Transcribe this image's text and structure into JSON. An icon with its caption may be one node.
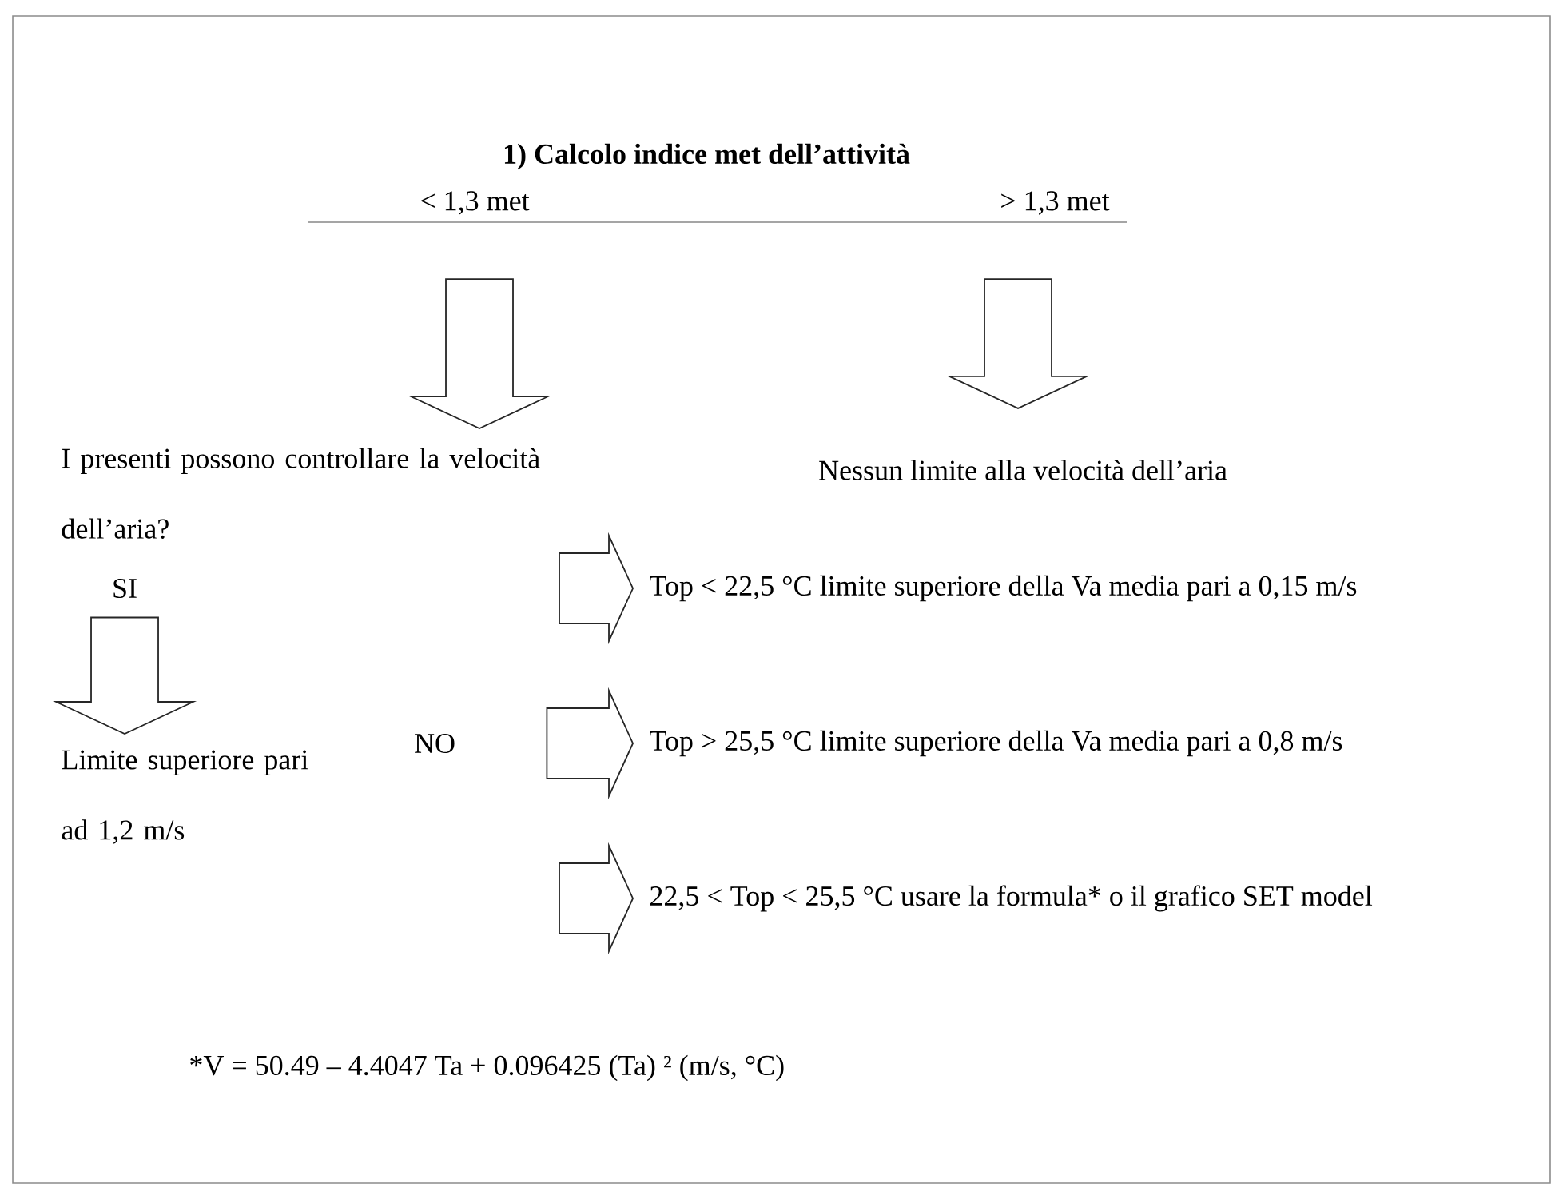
{
  "diagram": {
    "title": "1) Calcolo indice met dell’attività",
    "nodes": [
      {
        "text": [
          "< 1,3 met"
        ]
      },
      {
        "text": [
          "> 1,3 met"
        ]
      },
      {
        "text": [
          "I presenti possono controllare la velocità dell’aria?"
        ]
      },
      {
        "text": [
          "Nessun limite alla velocità dell’aria"
        ]
      },
      {
        "text": [
          "SI"
        ]
      },
      {
        "text": [
          "Top < 22,5 °C limite superiore della Va media pari a 0,15 m/s"
        ]
      },
      {
        "text": [
          "Limite superiore pari ad 1,2 m/s"
        ]
      },
      {
        "text": [
          "NO"
        ]
      },
      {
        "text": [
          "Top > 25,5 °C limite superiore della Va media pari a 0,8 m/s"
        ]
      },
      {
        "text": [
          "22,5 < Top < 25,5 °C usare la formula* o il grafico SET model"
        ]
      }
    ],
    "edges": [
      {
        "from": 0,
        "to": 2,
        "arrow": "to"
      },
      {
        "from": 1,
        "to": 3,
        "arrow": "to"
      },
      {
        "from": null,
        "to": 5,
        "arrow": "to"
      },
      {
        "from": 4,
        "to": 6,
        "arrow": "to"
      },
      {
        "from": 7,
        "to": 8,
        "arrow": "to"
      },
      {
        "from": null,
        "to": 9,
        "arrow": "to"
      }
    ],
    "labels": [
      "*V = 50.49 – 4.4047 Ta + 0.096425 (Ta) ²  (m/s, °C)"
    ]
  }
}
